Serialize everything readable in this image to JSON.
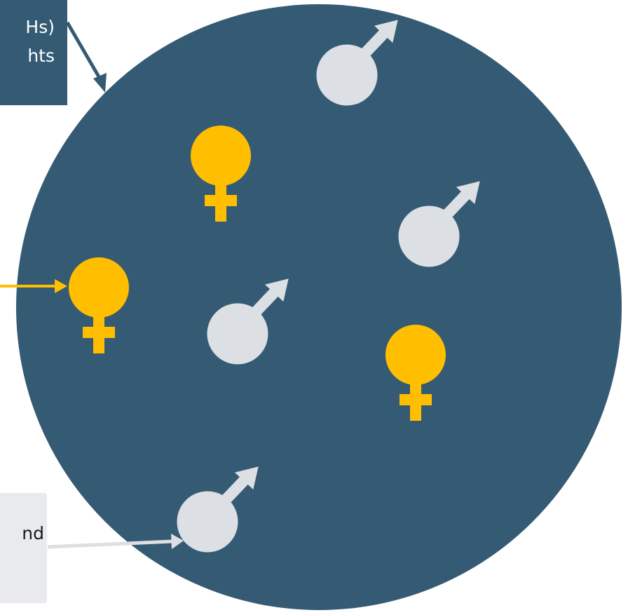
{
  "colors": {
    "population_circle": "#355b74",
    "female": "#ffbf00",
    "male": "#dcdfe3",
    "top_callout_bg": "#355b74",
    "bottom_callout_bg": "#e8eaed",
    "female_arrow": "#ffbf00",
    "male_arrow": "#dcdfe3"
  },
  "callouts": {
    "top": {
      "line1": "Hs)",
      "line2": "hts"
    },
    "bottom": {
      "line1": "nd"
    }
  },
  "icons": {
    "female": "female-symbol-icon",
    "male": "male-symbol-icon"
  }
}
